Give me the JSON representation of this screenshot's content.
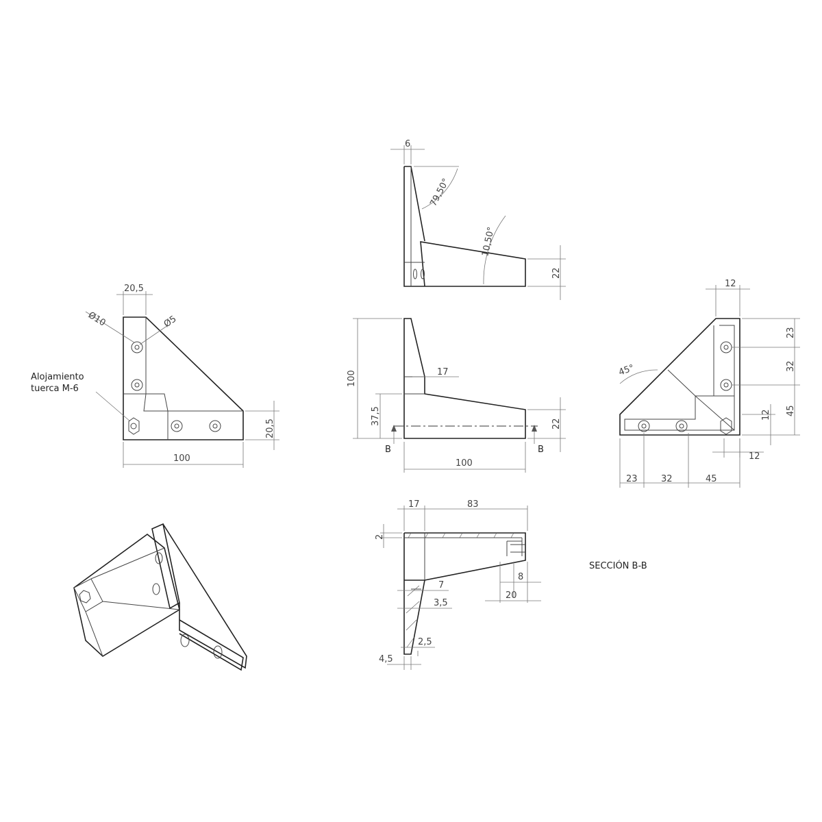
{
  "side_view": {
    "dim_thickness": "6",
    "angle_upper": "79,50°",
    "angle_lower": "10,50°",
    "dim_height": "22"
  },
  "plan_view": {
    "dim_arm_width": "20,5",
    "dim_hole_large": "Ø10",
    "dim_hole_small": "Ø5",
    "note_line1": "Alojamiento",
    "note_line2": "tuerca M-6",
    "dim_arm_height": "20,5",
    "dim_length": "100"
  },
  "front_view": {
    "dim_total_height": "100",
    "dim_plate": "17",
    "dim_base_height": "37,5",
    "dim_end_height": "22",
    "section_mark_left": "B",
    "section_mark_right": "B",
    "dim_length": "100"
  },
  "bottom_view": {
    "dim_top": "12",
    "dim_right": [
      "23",
      "32",
      "45"
    ],
    "angle": "45°",
    "dim_small_v": "12",
    "dim_small_h": "12",
    "dim_bottom": [
      "23",
      "32",
      "45"
    ]
  },
  "section": {
    "title": "SECCIÓN B-B",
    "dim_17": "17",
    "dim_83": "83",
    "dim_wall": "2",
    "dim_7": "7",
    "dim_35": "3,5",
    "dim_8": "8",
    "dim_20": "20",
    "dim_25": "2,5",
    "dim_45": "4,5"
  }
}
